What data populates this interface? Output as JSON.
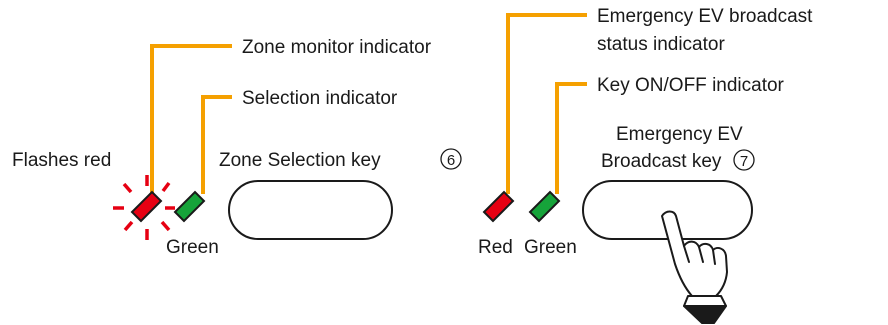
{
  "labels": {
    "zone_monitor": "Zone monitor indicator",
    "selection": "Selection indicator",
    "flashes_red": "Flashes red",
    "zone_key": "Zone Selection key",
    "zone_key_num": "6",
    "green_left": "Green",
    "emergency_status_line1": "Emergency EV broadcast",
    "emergency_status_line2": "status indicator",
    "key_onoff": "Key ON/OFF indicator",
    "ev_key_line1": "Emergency EV",
    "ev_key_line2": "Broadcast key",
    "ev_key_num": "7",
    "red_right": "Red",
    "green_right": "Green"
  },
  "colors": {
    "leader": "#f5a000",
    "red_led": "#e60012",
    "green_led": "#16a33a",
    "flash_rays": "#e60012"
  },
  "icons": {
    "pointer": "pointing-hand-icon"
  }
}
